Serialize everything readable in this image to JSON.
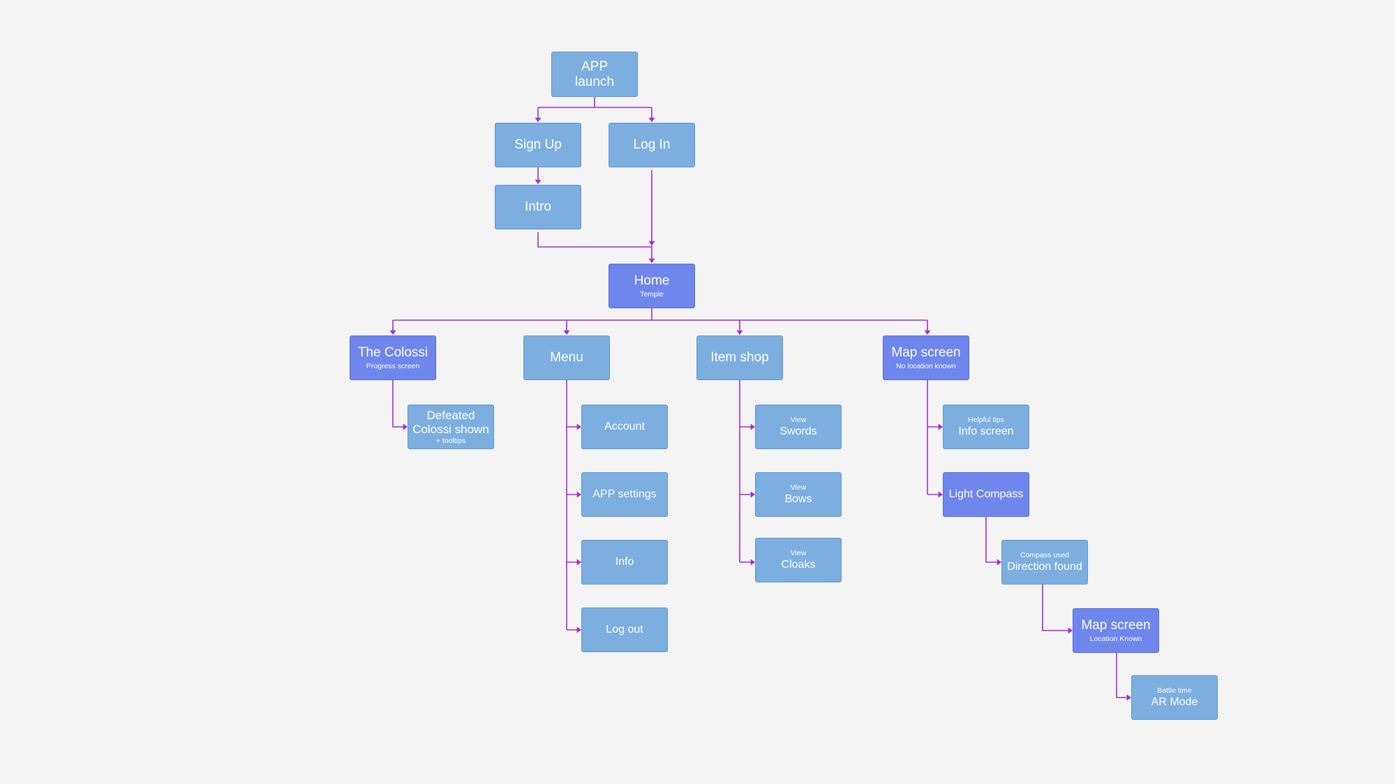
{
  "colors": {
    "background": "#f4f4f5",
    "node_light": "#7daee0",
    "node_dark": "#6f86ec",
    "connector": "#a12ccf"
  },
  "nodes": {
    "app_launch": {
      "line1": "APP",
      "line2": "launch"
    },
    "sign_up": {
      "label": "Sign Up"
    },
    "log_in": {
      "label": "Log In"
    },
    "intro": {
      "label": "Intro"
    },
    "home": {
      "label": "Home",
      "sub": "Temple"
    },
    "colossi": {
      "label": "The Colossi",
      "sub": "Progress screen"
    },
    "menu": {
      "label": "Menu"
    },
    "item_shop": {
      "label": "Item shop"
    },
    "map_screen": {
      "label": "Map screen",
      "sub": "No location known"
    },
    "defeated": {
      "line1": "Defeated",
      "line2": "Colossi shown",
      "sub": "+ tooltips"
    },
    "account": {
      "label": "Account"
    },
    "app_settings": {
      "label": "APP settings"
    },
    "info": {
      "label": "Info"
    },
    "log_out": {
      "label": "Log out"
    },
    "swords": {
      "sub": "View",
      "label": "Swords"
    },
    "bows": {
      "sub": "View",
      "label": "Bows"
    },
    "cloaks": {
      "sub": "View",
      "label": "Cloaks"
    },
    "info_screen": {
      "sub": "Helpful  tips",
      "label": "Info screen"
    },
    "light_compass": {
      "label": "Light Compass"
    },
    "direction_found": {
      "sub": "Compass used",
      "label": "Direction found"
    },
    "map_screen_known": {
      "label": "Map screen",
      "sub": "Location Known"
    },
    "ar_mode": {
      "sub": "Battle time",
      "label": "AR Mode"
    }
  }
}
